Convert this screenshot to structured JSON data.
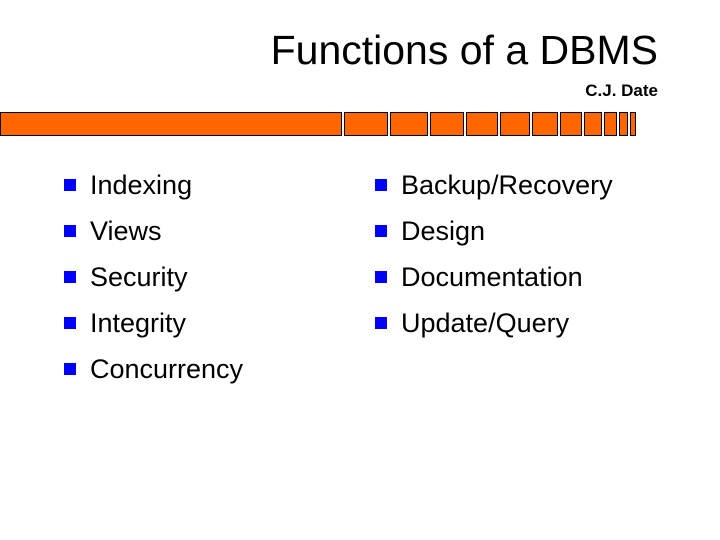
{
  "slide": {
    "title": "Functions of a DBMS",
    "subtitle": "C.J. Date"
  },
  "colors": {
    "accent_bar": "#ff6600",
    "bullet": "#0000ff"
  },
  "left_items": [
    "Indexing",
    "Views",
    "Security",
    "Integrity",
    "Concurrency"
  ],
  "right_items": [
    "Backup/Recovery",
    "Design",
    "Documentation",
    "Update/Query"
  ]
}
